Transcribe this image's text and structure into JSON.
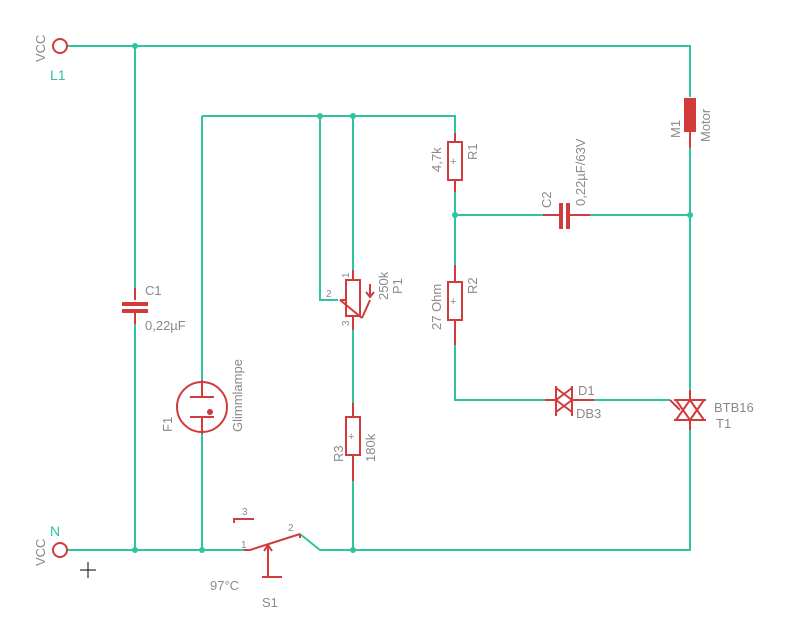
{
  "nets": {
    "l1": "L1",
    "n": "N"
  },
  "terminals": {
    "top": "VCC",
    "bottom": "VCC"
  },
  "components": {
    "c1": {
      "name": "C1",
      "value": "0,22µF"
    },
    "c2": {
      "name": "C2",
      "value": "0,22µF/63V"
    },
    "r1": {
      "name": "R1",
      "value": "4,7k"
    },
    "r2": {
      "name": "R2",
      "value": "27 Ohm"
    },
    "r3": {
      "name": "R3",
      "value": "180k"
    },
    "p1": {
      "name": "P1",
      "value": "250k",
      "pin1": "1",
      "pin2": "2",
      "pin3": "3"
    },
    "m1": {
      "name": "M1",
      "value": "Motor"
    },
    "d1": {
      "name": "D1",
      "value": "DB3"
    },
    "t1": {
      "name": "T1",
      "value": "BTB16"
    },
    "f1": {
      "name": "F1",
      "value": "Glimmlampe"
    },
    "s1": {
      "name": "S1",
      "value": "97°C",
      "pin1": "1",
      "pin2": "2",
      "pin3": "3"
    }
  },
  "colors": {
    "wire": "#2ec4a0",
    "part": "#d23b3b",
    "label": "#8a8a8a"
  }
}
